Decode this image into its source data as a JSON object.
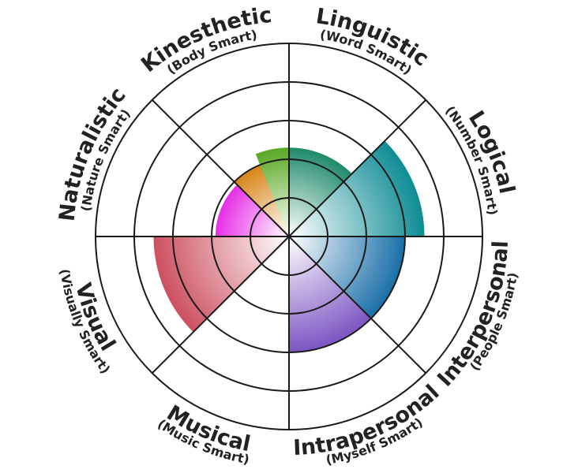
{
  "diagram": {
    "levels": 5,
    "segments": [
      {
        "name": "Linguistic",
        "subtitle": "(Word Smart)",
        "level": 2.3,
        "color": "#1e8a6a"
      },
      {
        "name": "Logical",
        "subtitle": "(Number Smart)",
        "level": 3.5,
        "color": "#0e8c94"
      },
      {
        "name": "Interpersonal",
        "subtitle": "(People Smart)",
        "level": 3.0,
        "color": "#1a6fa8"
      },
      {
        "name": "Intrapersonal",
        "subtitle": "(Myself Smart)",
        "level": 3.0,
        "color": "#7c55c2"
      },
      {
        "name": "Musical",
        "subtitle": "(Music Smart)",
        "level": 0,
        "color": "#cccccc"
      },
      {
        "name": "Visual",
        "subtitle": "(Visually Smart)",
        "level": 3.5,
        "color": "#cc5060"
      },
      {
        "name": "Naturalistic",
        "subtitle": "(Nature Smart)",
        "level": 1.9,
        "color": "#e62ee6"
      },
      {
        "name": "Kinesthetic",
        "subtitle": "(Body Smart)",
        "level": 2.0,
        "color": "#d88418"
      }
    ],
    "extra_fills": [
      {
        "level": 2.3,
        "color": "#58a822"
      }
    ]
  }
}
